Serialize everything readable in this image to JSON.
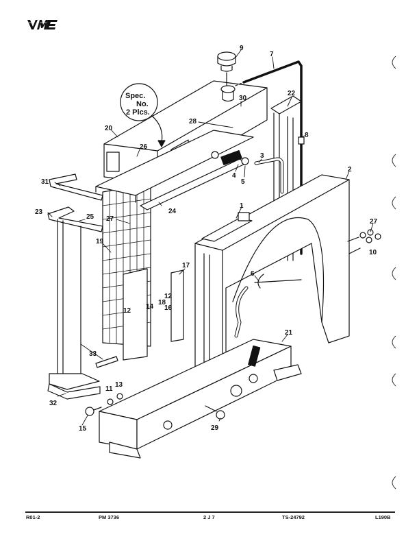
{
  "header": {
    "logo_text": "VME",
    "logo_icon": "vme-logo"
  },
  "diagram": {
    "title_note": {
      "lines": [
        "Spec.",
        "No.",
        "2 Plcs."
      ]
    },
    "callouts": [
      {
        "id": "1",
        "label": "1"
      },
      {
        "id": "2",
        "label": "2"
      },
      {
        "id": "3",
        "label": "3"
      },
      {
        "id": "4",
        "label": "4"
      },
      {
        "id": "5",
        "label": "5"
      },
      {
        "id": "6",
        "label": "6"
      },
      {
        "id": "7",
        "label": "7"
      },
      {
        "id": "8",
        "label": "8"
      },
      {
        "id": "9",
        "label": "9"
      },
      {
        "id": "10",
        "label": "10"
      },
      {
        "id": "11",
        "label": "11"
      },
      {
        "id": "12a",
        "label": "12"
      },
      {
        "id": "12b",
        "label": "12"
      },
      {
        "id": "13",
        "label": "13"
      },
      {
        "id": "14",
        "label": "14"
      },
      {
        "id": "15",
        "label": "15"
      },
      {
        "id": "16",
        "label": "16"
      },
      {
        "id": "17",
        "label": "17"
      },
      {
        "id": "18",
        "label": "18"
      },
      {
        "id": "19",
        "label": "19"
      },
      {
        "id": "20",
        "label": "20"
      },
      {
        "id": "21",
        "label": "21"
      },
      {
        "id": "22",
        "label": "22"
      },
      {
        "id": "23",
        "label": "23"
      },
      {
        "id": "24",
        "label": "24"
      },
      {
        "id": "25",
        "label": "25"
      },
      {
        "id": "26",
        "label": "26"
      },
      {
        "id": "27a",
        "label": "27"
      },
      {
        "id": "27b",
        "label": "27"
      },
      {
        "id": "28",
        "label": "28"
      },
      {
        "id": "29",
        "label": "29"
      },
      {
        "id": "30",
        "label": "30"
      },
      {
        "id": "31",
        "label": "31"
      },
      {
        "id": "32",
        "label": "32"
      },
      {
        "id": "33",
        "label": "33"
      }
    ]
  },
  "footer": {
    "revision": "R01-2",
    "manual": "PM 3736",
    "page": "2 J 7",
    "drawing_number": "TS-24792",
    "model": "L190B"
  },
  "binder_holes": 7
}
